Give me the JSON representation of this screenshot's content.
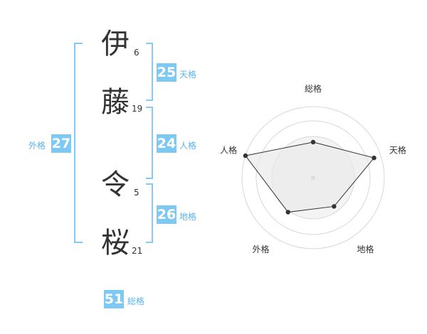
{
  "name": {
    "characters": [
      {
        "char": "伊",
        "strokes": "6"
      },
      {
        "char": "藤",
        "strokes": "19"
      },
      {
        "char": "令",
        "strokes": "5"
      },
      {
        "char": "桜",
        "strokes": "21"
      }
    ]
  },
  "fortunes": {
    "tenkaku": {
      "value": "25",
      "label": "天格"
    },
    "jinkaku": {
      "value": "24",
      "label": "人格"
    },
    "chikaku": {
      "value": "26",
      "label": "地格"
    },
    "gaikaku": {
      "value": "27",
      "label": "外格"
    },
    "soukaku": {
      "value": "51",
      "label": "総格"
    }
  },
  "chart_data": {
    "type": "radar",
    "axes": [
      "総格",
      "天格",
      "地格",
      "外格",
      "人格"
    ],
    "values": [
      0.5,
      0.9,
      0.5,
      0.6,
      1.0
    ],
    "max": 1.0,
    "grid_rings": 3
  },
  "colors": {
    "accent": "#7ec8f4",
    "bracket": "#86c9f5",
    "label": "#5bb4ec",
    "radar_fill": "#e9e9e9",
    "radar_stroke": "#333333"
  }
}
